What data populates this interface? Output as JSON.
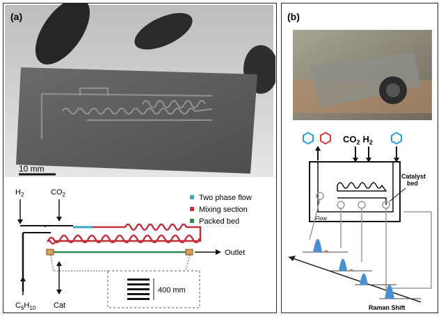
{
  "panel_a": {
    "label": "(a)",
    "scale_bar": "10 mm",
    "inputs": {
      "h2": "H",
      "h2_sub": "2",
      "co2": "CO",
      "co2_sub": "2",
      "c6h10": "C",
      "c6h10_sub1": "6",
      "c6h10_mid": "H",
      "c6h10_sub2": "10",
      "cat": "Cat"
    },
    "legend": [
      {
        "label": "Two phase flow",
        "color": "#3aa6c9"
      },
      {
        "label": "Mixing section",
        "color": "#c0303a"
      },
      {
        "label": "Packed bed",
        "color": "#2f8a4e"
      }
    ],
    "outlet": "Outlet",
    "inset_dim": "400 mm"
  },
  "panel_b": {
    "label": "(b)",
    "species": {
      "co": "CO",
      "co_sub": "2",
      "h": "H",
      "h_sub": "2"
    },
    "catalyst_bed": [
      "Catalyst",
      "bed"
    ],
    "flow": "Flow",
    "axis": "Raman Shift",
    "hex_colors": {
      "left": "#2a9fd6",
      "mid": "#d63a3a",
      "right": "#2a9fd6"
    },
    "peak_color": "#4a90d0"
  }
}
